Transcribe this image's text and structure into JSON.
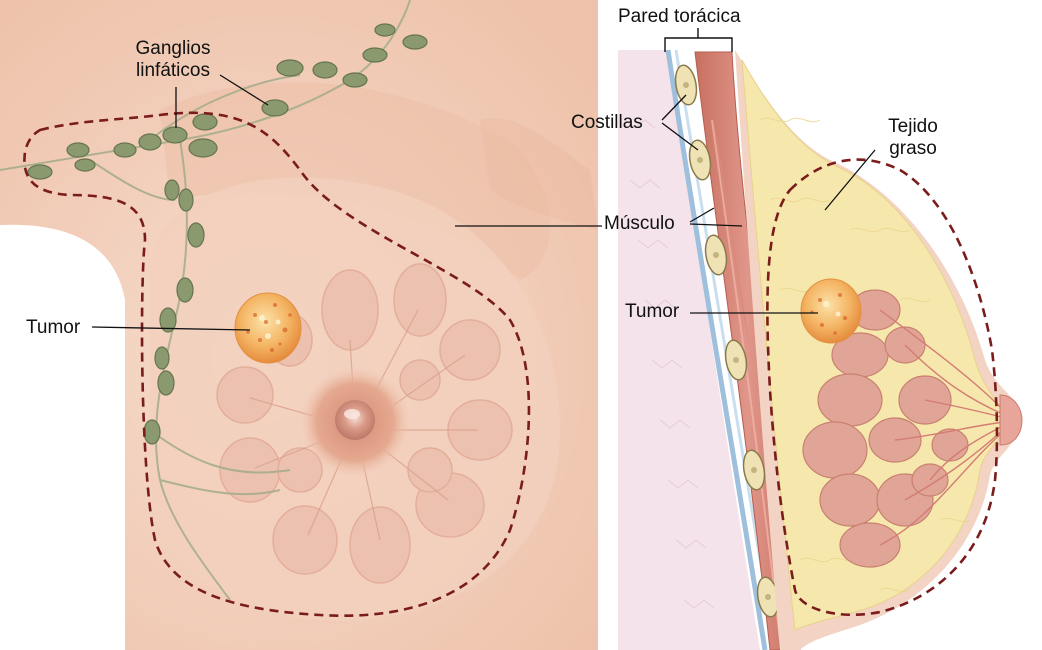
{
  "front_view": {
    "labels": {
      "lymph_nodes_line1": "Ganglios",
      "lymph_nodes_line2": "linfáticos",
      "tumor": "Tumor"
    }
  },
  "side_view": {
    "labels": {
      "chest_wall": "Pared torácica",
      "ribs": "Costillas",
      "muscle": "Músculo",
      "tumor": "Tumor",
      "fatty_tissue_line1": "Tejido",
      "fatty_tissue_line2": "graso"
    }
  },
  "colors": {
    "skin": "#f3d2c0",
    "tumor": "#f2a655",
    "lymph_node": "#7f9068",
    "dashed_outline": "#7a1c1c",
    "fat": "#f5e6a8",
    "muscle": "#d98a7a",
    "lobules": "#e3a59a"
  }
}
